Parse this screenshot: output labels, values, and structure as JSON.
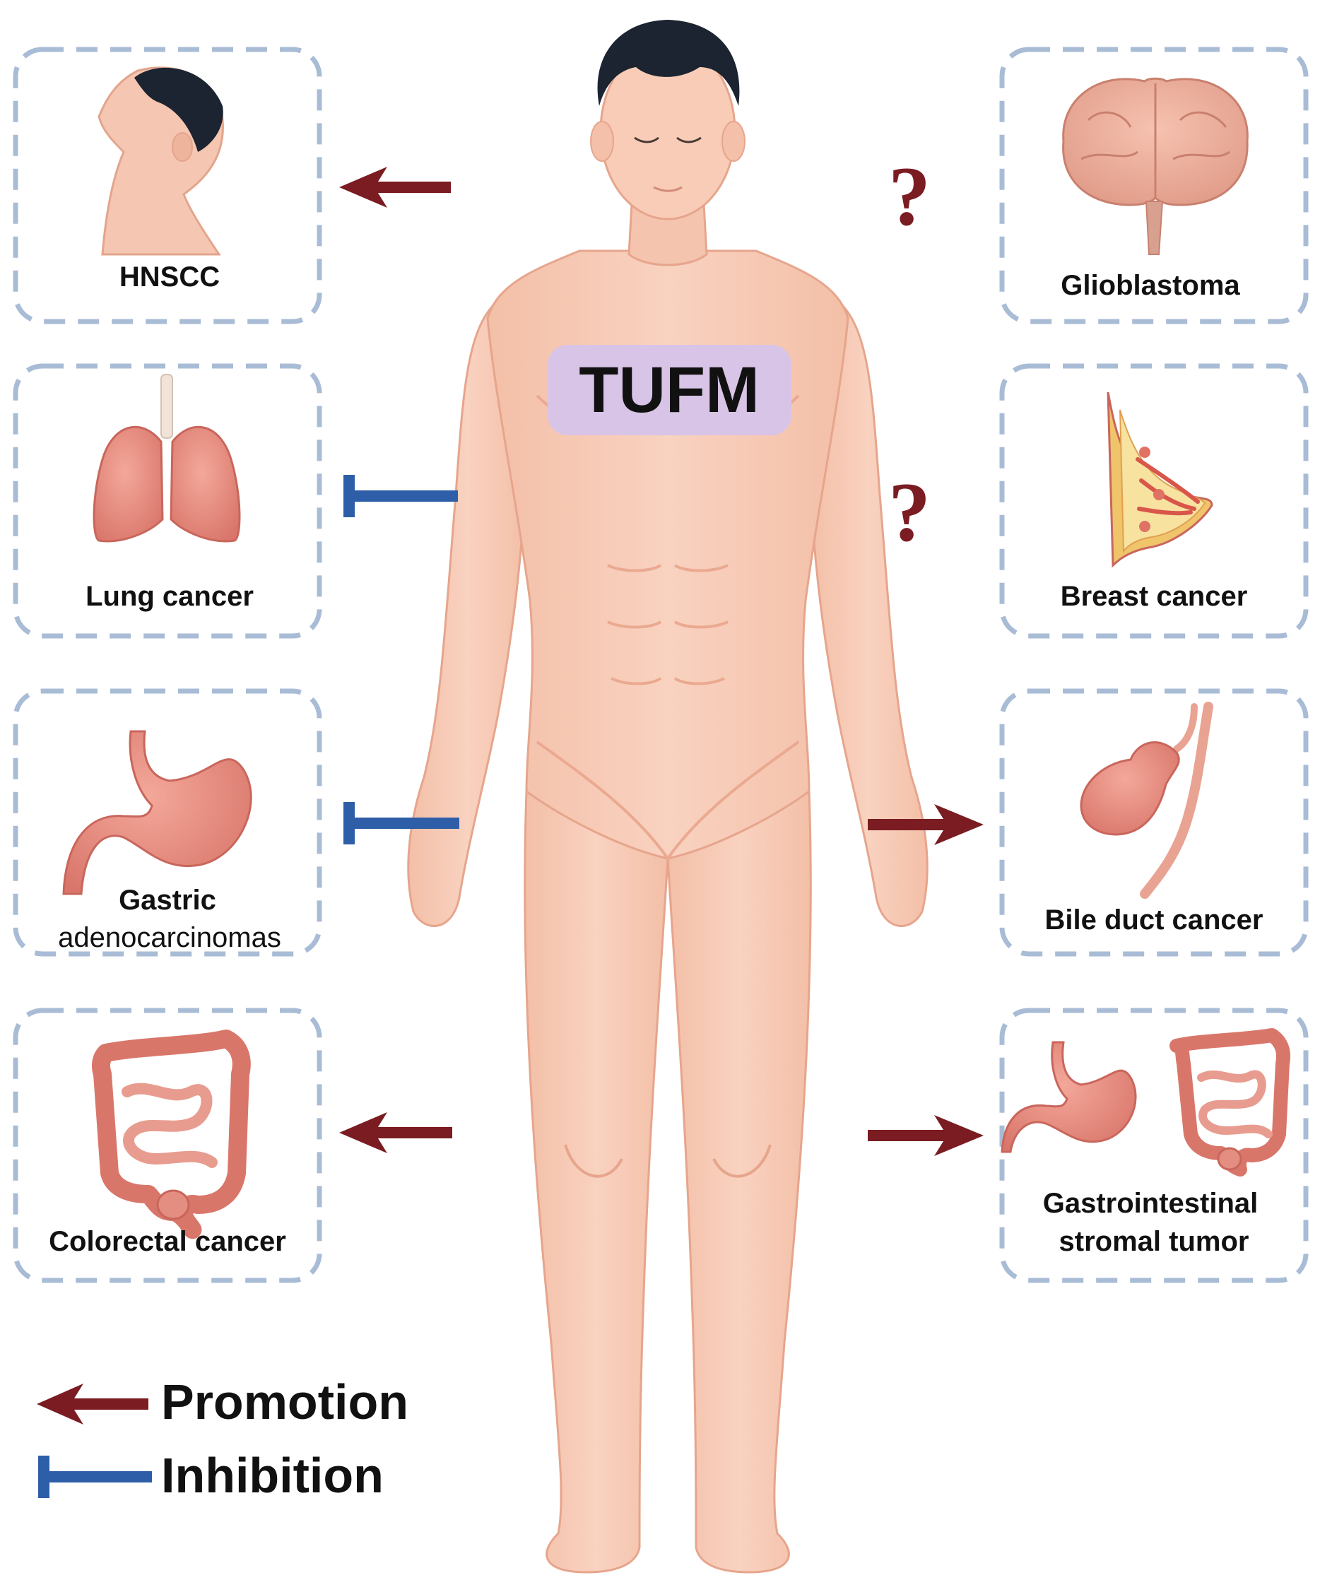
{
  "center_label": "TUFM",
  "panels": {
    "hnscc": {
      "label": "HNSCC",
      "effect": "promotion"
    },
    "lung": {
      "label": "Lung cancer",
      "effect": "inhibition"
    },
    "gastric": {
      "label_line1": "Gastric",
      "label_line2": "adenocarcinomas",
      "effect": "inhibition"
    },
    "colorectal": {
      "label": "Colorectal cancer",
      "effect": "promotion"
    },
    "glioblastoma": {
      "label": "Glioblastoma",
      "effect": "unknown",
      "marker": "?"
    },
    "breast": {
      "label": "Breast cancer",
      "effect": "unknown",
      "marker": "?"
    },
    "bile": {
      "label": "Bile duct cancer",
      "effect": "promotion"
    },
    "gist": {
      "label_line1": "Gastrointestinal",
      "label_line2": "stromal tumor",
      "effect": "promotion"
    }
  },
  "legend": {
    "promotion": "Promotion",
    "inhibition": "Inhibition"
  },
  "colors": {
    "promotion": "#7a1c22",
    "inhibition": "#2f5ea8",
    "skin": "#f6c9b3",
    "box_dash": "#a9bcd6",
    "center_badge": "#d8c4e6"
  }
}
